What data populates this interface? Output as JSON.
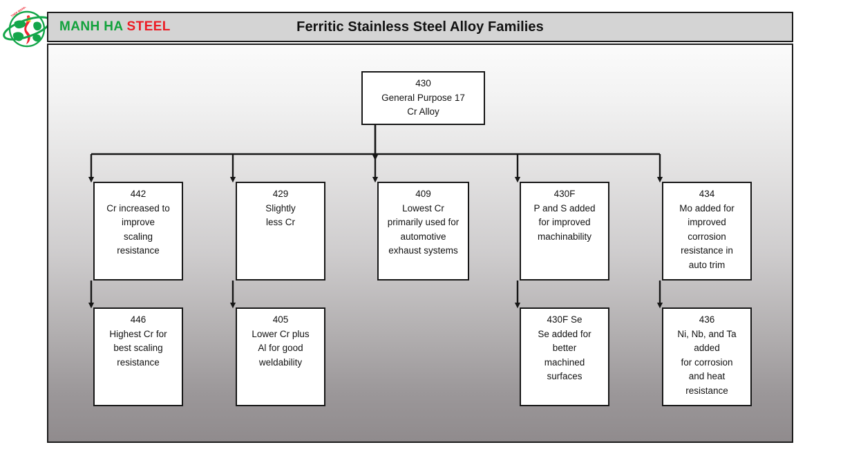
{
  "brand": {
    "word1": "MANH HA",
    "word2": "STEEL",
    "logo_icon": "globe-vietnam-logo",
    "colors": {
      "green": "#12a23c",
      "red": "#ec1c24"
    }
  },
  "header": {
    "title": "Ferritic Stainless Steel Alloy Families",
    "bar_color": "#d4d4d4",
    "border_color": "#1a1a1a"
  },
  "diagram": {
    "type": "tree",
    "background_gradient": [
      "#fbfbfb",
      "#908b8d"
    ],
    "node_fill": "#ffffff",
    "node_border": "#161616",
    "nodes": [
      {
        "id": "430",
        "code": "430",
        "desc": "General Purpose 17\nCr Alloy",
        "level": 1
      },
      {
        "id": "442",
        "code": "442",
        "desc": "Cr increased to\nimprove\nscaling\nresistance",
        "level": 2
      },
      {
        "id": "429",
        "code": "429",
        "desc": "Slightly\nless Cr",
        "level": 2
      },
      {
        "id": "409",
        "code": "409",
        "desc": "Lowest Cr\nprimarily used for\nautomotive\nexhaust systems",
        "level": 2
      },
      {
        "id": "430F",
        "code": "430F",
        "desc": "P and S added\nfor improved\nmachinability",
        "level": 2
      },
      {
        "id": "434",
        "code": "434",
        "desc": "Mo added for\nimproved\ncorrosion\nresistance in\nauto trim",
        "level": 2
      },
      {
        "id": "446",
        "code": "446",
        "desc": "Highest Cr for\nbest scaling\nresistance",
        "level": 3
      },
      {
        "id": "405",
        "code": "405",
        "desc": "Lower Cr plus\nAl for good\nweldability",
        "level": 3
      },
      {
        "id": "430FSe",
        "code": "430F Se",
        "desc": "Se added for\nbetter\nmachined\nsurfaces",
        "level": 3
      },
      {
        "id": "436",
        "code": "436",
        "desc": "Ni, Nb, and Ta\nadded\nfor corrosion\nand heat\nresistance",
        "level": 3
      }
    ],
    "edges": [
      {
        "from": "430",
        "to": "442"
      },
      {
        "from": "430",
        "to": "429"
      },
      {
        "from": "430",
        "to": "409"
      },
      {
        "from": "430",
        "to": "430F"
      },
      {
        "from": "430",
        "to": "434"
      },
      {
        "from": "442",
        "to": "446"
      },
      {
        "from": "429",
        "to": "405"
      },
      {
        "from": "430F",
        "to": "430FSe"
      },
      {
        "from": "434",
        "to": "436"
      }
    ]
  }
}
